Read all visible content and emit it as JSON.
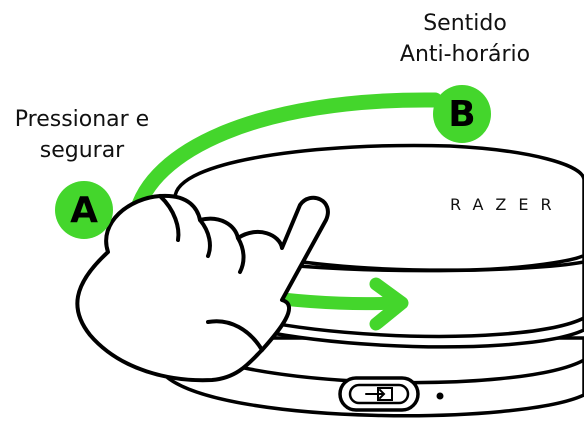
{
  "captions": {
    "press_and_hold": [
      "Pressionar e",
      "segurar"
    ],
    "direction": [
      "Sentido",
      "Anti-horário"
    ]
  },
  "badges": {
    "step_a": "A",
    "step_b": "B"
  },
  "device": {
    "brand_text": "RAZER"
  },
  "colors": {
    "accent_green": "#44d62c",
    "outline": "#000000",
    "background": "#ffffff"
  },
  "icons": [
    "hand-icon",
    "input-source-icon",
    "arrow-right-icon",
    "curved-arrow"
  ]
}
